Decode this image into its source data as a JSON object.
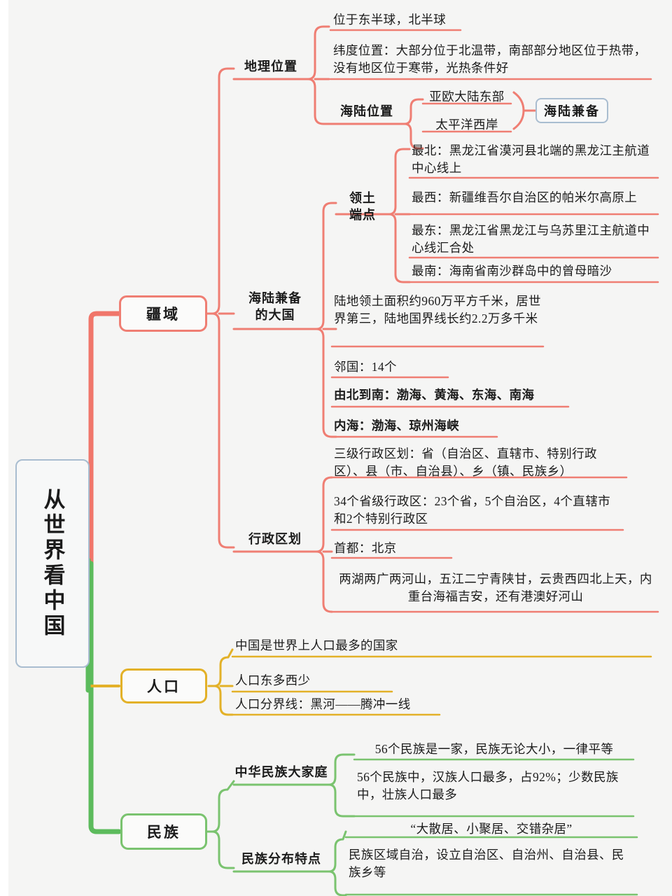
{
  "colors": {
    "background": "#f5f5f4",
    "root_border": "#a9bdd0",
    "branch_red": "#ef7e73",
    "branch_yellow": "#e3b128",
    "branch_green": "#7ac36f",
    "trunk_red": "#f0766a",
    "trunk_green": "#5cbb5c",
    "text": "#1b1b1b"
  },
  "root": {
    "label": "从世界看中国"
  },
  "branches": [
    {
      "id": "jiangyu",
      "label": "疆域",
      "color": "#ef7e73",
      "topics": [
        {
          "id": "dili-weizhi",
          "label": "地理位置",
          "leaves": [
            {
              "id": "banqiu",
              "text": "位于东半球，北半球"
            },
            {
              "id": "weidu-weizhi",
              "text": "纬度位置：大部分位于北温带，南部部分地区位于热带，没有地区位于寒带，光热条件好"
            }
          ],
          "sub": {
            "id": "hailu-weizhi",
            "label": "海陆位置",
            "leaves": [
              {
                "id": "yaou-dalu-dongbu",
                "text": "亚欧大陆东部"
              },
              {
                "id": "taipingyang-xian",
                "text": "太平洋西岸"
              }
            ],
            "conclusion": "海陆兼备"
          }
        },
        {
          "id": "hailu-jianbei-dag",
          "label": "海陆兼备\n的大国",
          "label_lines": [
            "海陆兼备",
            "的大国"
          ],
          "sub": {
            "id": "lingtu-duandian",
            "label_lines": [
              "领土",
              "端点"
            ],
            "leaves": [
              {
                "id": "zuibei",
                "text": "最北：黑龙江省漠河县北端的黑龙江主航道中心线上"
              },
              {
                "id": "zuixi",
                "text": "最西：新疆维吾尔自治区的帕米尔高原上"
              },
              {
                "id": "zuidong",
                "text": "最东：黑龙江省黑龙江与乌苏里江主航道中心线汇合处"
              },
              {
                "id": "zuinan",
                "text": "最南：海南省南沙群岛中的曾母暗沙"
              }
            ]
          },
          "leaves": [
            {
              "id": "mianji",
              "text": "陆地领土面积约960万平方千米，居世界第三，陆地国界线长约2.2万多千米"
            },
            {
              "id": "linguo",
              "text": "邻国：14个"
            },
            {
              "id": "youbei-daonan",
              "text": "由北到南：渤海、黄海、东海、南海",
              "bold": true
            },
            {
              "id": "neihai",
              "text": "内海：渤海、琼州海峡",
              "bold": true
            }
          ]
        },
        {
          "id": "xingzheng-quhua",
          "label": "行政区划",
          "leaves": [
            {
              "id": "sanji-quhua",
              "text": "三级行政区划：省（自治区、直辖市、特别行政区）、县（市、自治县）、乡（镇、民族乡）"
            },
            {
              "id": "sanshisi-ge",
              "text": "34个省级行政区：23个省，5个自治区，4个直辖市和2个特别行政区"
            },
            {
              "id": "shoudu",
              "text": "首都：北京"
            },
            {
              "id": "kouju",
              "text": "两湖两广两河山，五江二宁青陕甘，云贵西四北上天，内重台海福吉安，还有港澳好河山",
              "center": true
            }
          ]
        }
      ]
    },
    {
      "id": "renkou",
      "label": "人口",
      "color": "#e3b128",
      "leaves": [
        {
          "id": "renkou-zuiduo",
          "text": "中国是世界上人口最多的国家"
        },
        {
          "id": "dongduo-xishao",
          "text": "人口东多西少"
        },
        {
          "id": "fenjiexian",
          "text": "人口分界线：黑河——腾冲一线"
        }
      ]
    },
    {
      "id": "minzu",
      "label": "民族",
      "color": "#7ac36f",
      "topics": [
        {
          "id": "zhonghua-minzu-dajiating",
          "label": "中华民族大家庭",
          "leaves": [
            {
              "id": "wushiliu-yijia",
              "text": "56个民族是一家，民族无论大小，一律平等"
            },
            {
              "id": "hanzu-zuiduo",
              "text": "56个民族中，汉族人口最多，占92%；少数民族中，壮族人口最多"
            }
          ]
        },
        {
          "id": "minzu-fenbu-tedian",
          "label": "民族分布特点",
          "leaves": [
            {
              "id": "dasanju",
              "text": "“大散居、小聚居、交错杂居”"
            },
            {
              "id": "quyu-zizhi",
              "text": "民族区域自治，设立自治区、自治州、自治县、民族乡等"
            }
          ]
        }
      ]
    }
  ]
}
